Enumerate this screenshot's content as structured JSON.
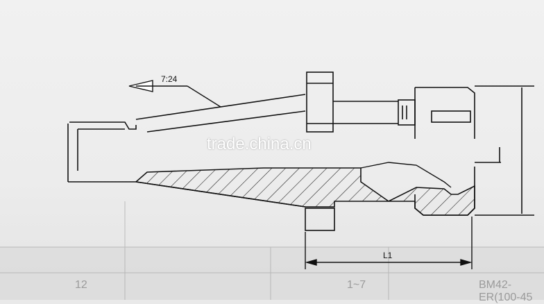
{
  "drawing": {
    "taper_label": "7:24",
    "length_label": "L1"
  },
  "watermark": "trade.china.cn",
  "table_fragments": {
    "row_text": "BM42-ER(100-45",
    "range_text": "1~7",
    "value_text": "12"
  }
}
